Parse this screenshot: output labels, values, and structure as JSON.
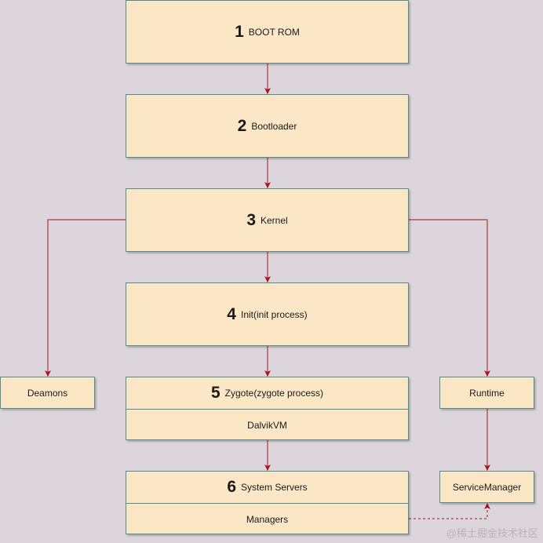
{
  "boxes": {
    "boot_rom": {
      "number": "1",
      "label": "BOOT ROM"
    },
    "bootloader": {
      "number": "2",
      "label": "Bootloader"
    },
    "kernel": {
      "number": "3",
      "label": "Kernel"
    },
    "init": {
      "number": "4",
      "label": "Init(init process)"
    },
    "zygote": {
      "number": "5",
      "label": "Zygote(zygote process)",
      "sub_label": "DalvikVM"
    },
    "system_servers": {
      "number": "6",
      "label": "System Servers",
      "sub_label": "Managers"
    },
    "deamons": {
      "label": "Deamons"
    },
    "runtime": {
      "label": "Runtime"
    },
    "service_manager": {
      "label": "ServiceManager"
    }
  },
  "watermark": "@稀土掘金技术社区",
  "colors": {
    "background": "#ddd5dc",
    "box_fill": "#fbe7c6",
    "box_border": "#4f8f8e",
    "arrow": "#a4141c"
  }
}
